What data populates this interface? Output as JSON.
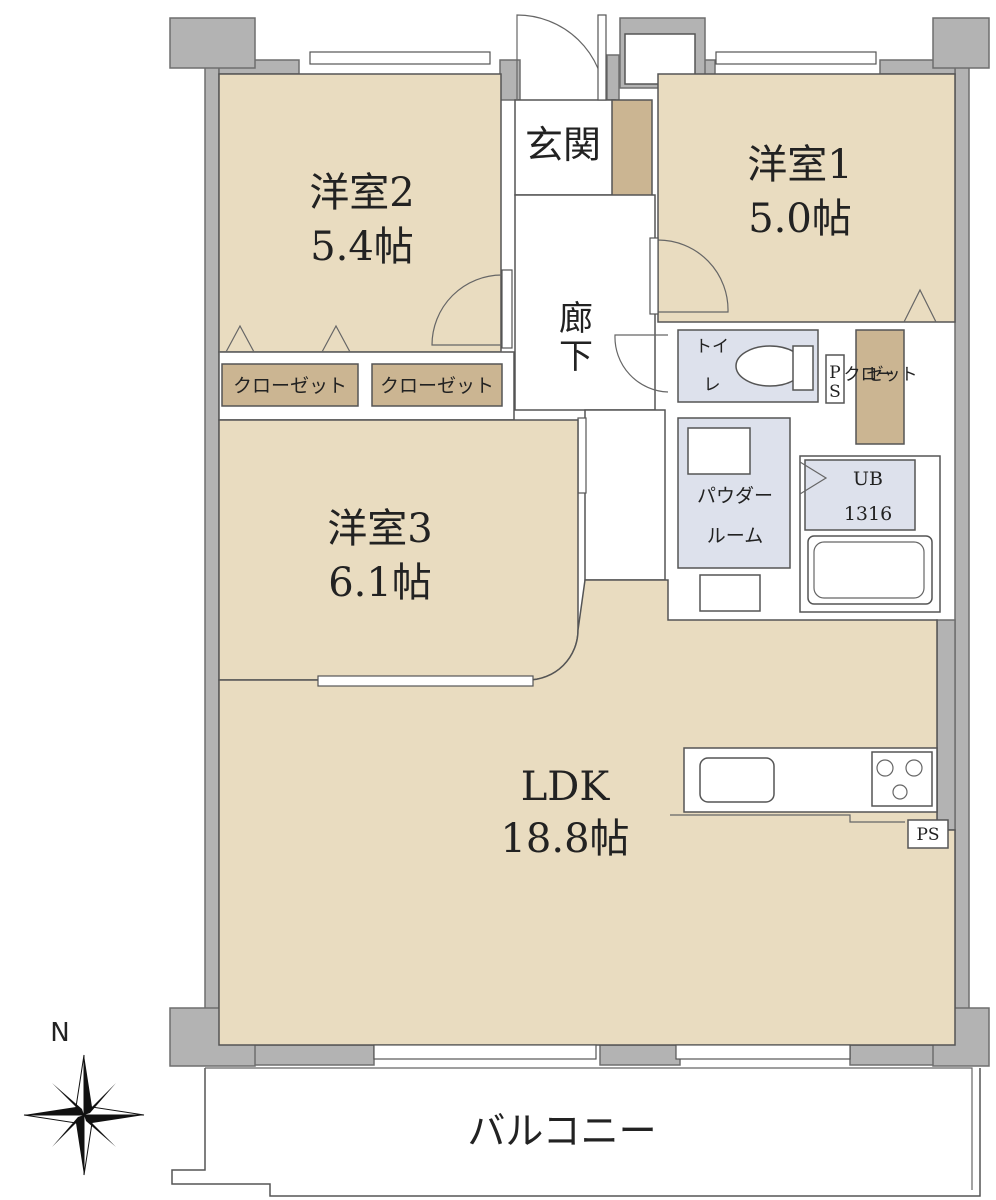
{
  "rooms": {
    "western2": {
      "name": "洋室2",
      "size": "5.4帖"
    },
    "western1": {
      "name": "洋室1",
      "size": "5.0帖"
    },
    "western3": {
      "name": "洋室3",
      "size": "6.1帖"
    },
    "ldk": {
      "name": "LDK",
      "size": "18.8帖"
    }
  },
  "labels": {
    "entrance": "玄関",
    "hallway_1": "廊",
    "hallway_2": "下",
    "closet_left": "クローゼット",
    "closet_right": "クローゼット",
    "closet_v1": "クロー",
    "closet_v2": "ゼット",
    "toilet_1": "トイ",
    "toilet_2": "レ",
    "ps_top_1": "P",
    "ps_top_2": "S",
    "ps_kitchen": "PS",
    "powder_1": "パウダー",
    "powder_2": "ルーム",
    "ub_1": "UB",
    "ub_2": "1316",
    "balcony": "バルコニー",
    "north": "N"
  }
}
